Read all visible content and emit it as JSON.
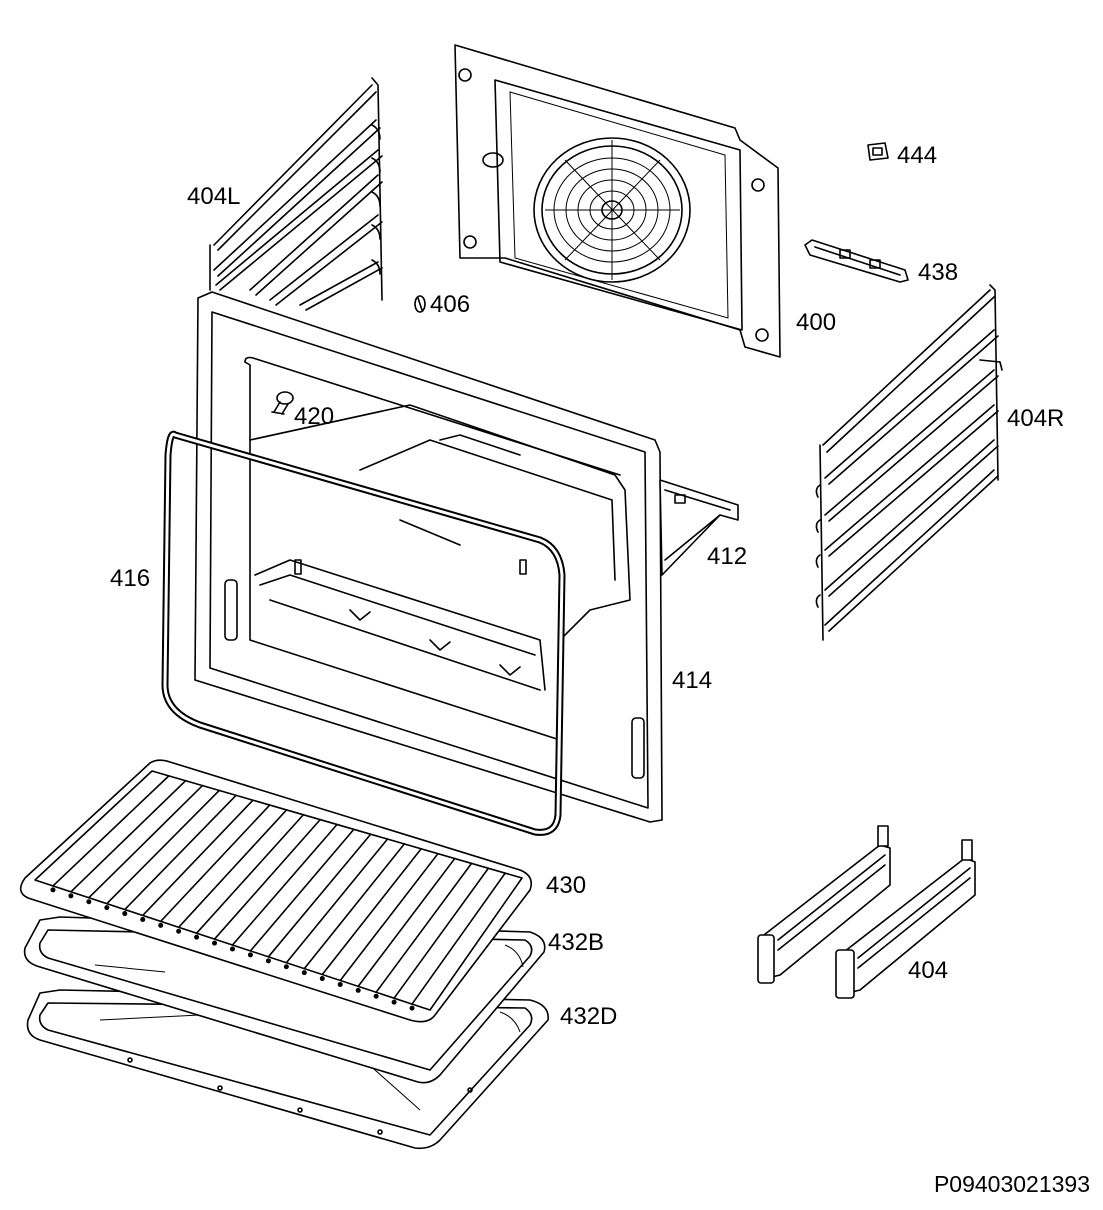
{
  "labels": {
    "p404L": "404L",
    "p406": "406",
    "p420": "420",
    "p400": "400",
    "p444": "444",
    "p438": "438",
    "p404R": "404R",
    "p412": "412",
    "p416": "416",
    "p414": "414",
    "p430": "430",
    "p432B": "432B",
    "p432D": "432D",
    "p404": "404"
  },
  "reference_code": "P09403021393"
}
